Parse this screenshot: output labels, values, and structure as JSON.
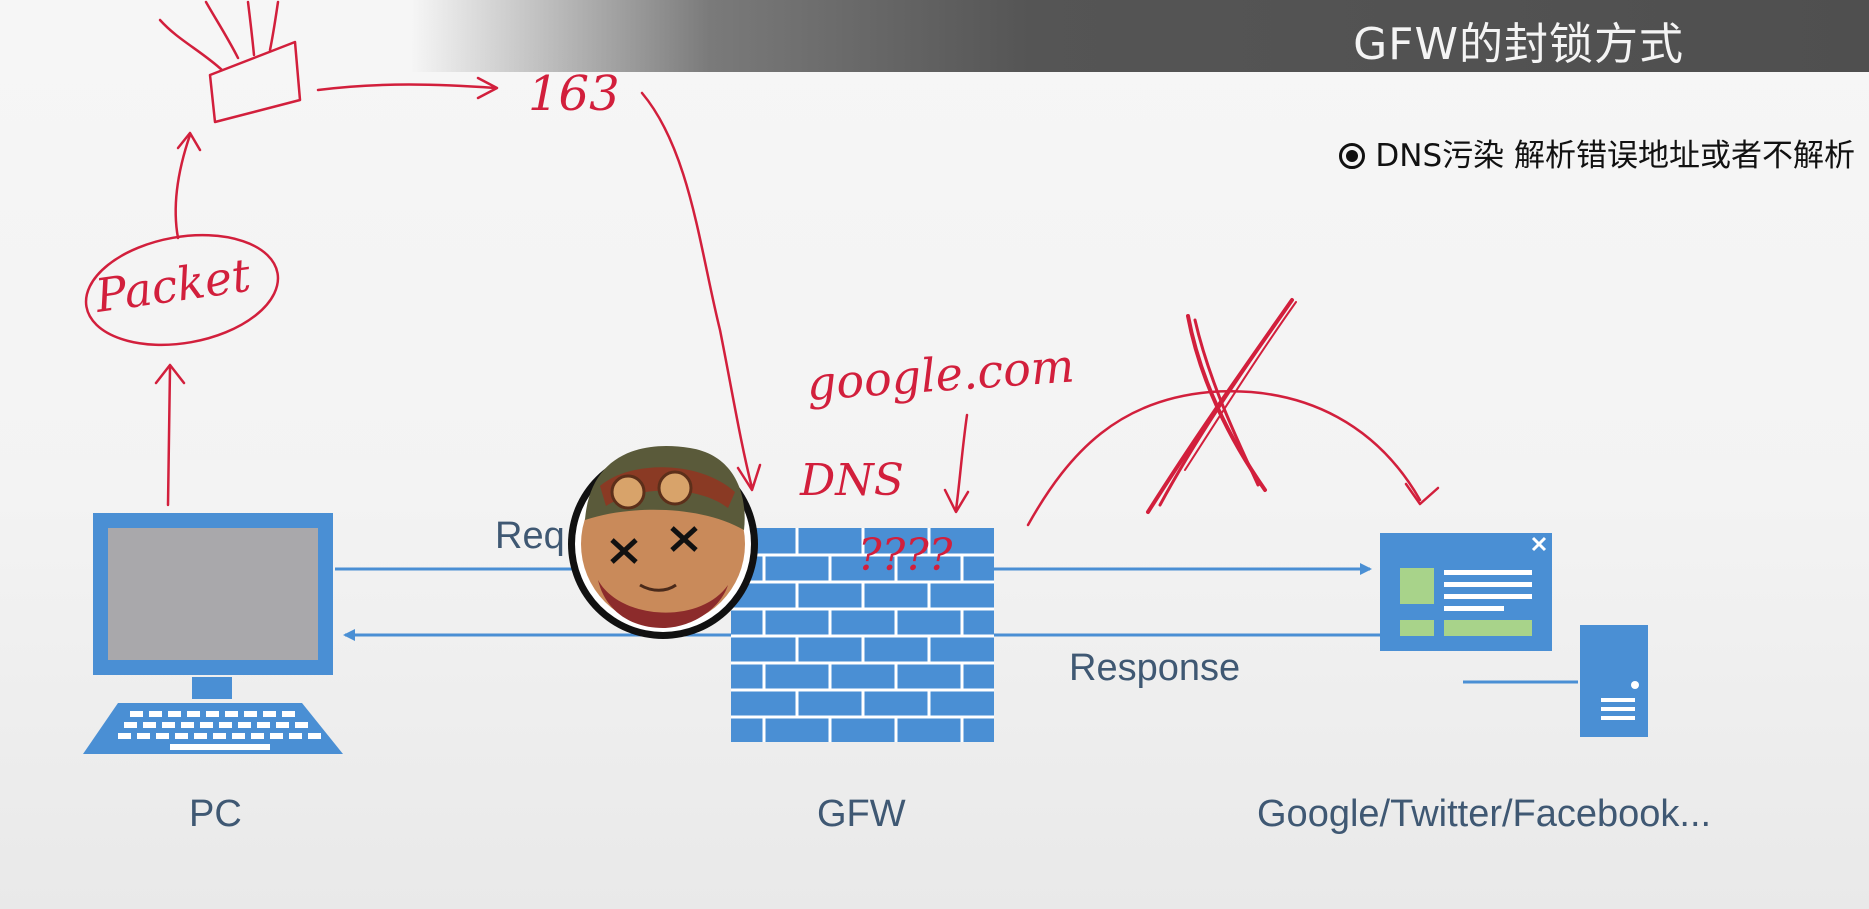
{
  "slide": {
    "title": "GFW的封锁方式",
    "bullet": "DNS污染 解析错误地址或者不解析"
  },
  "nodes": {
    "pc": "PC",
    "gfw": "GFW",
    "target": "Google/Twitter/Facebook..."
  },
  "flows": {
    "request": "Req",
    "response": "Response"
  },
  "annotations": {
    "packet": "Packet",
    "ip163": "163",
    "domain": "google.com",
    "dns": "DNS",
    "unknown": "????"
  },
  "colors": {
    "diagram_blue": "#4a8fd4",
    "annotation_red": "#d21f3c",
    "label_text": "#3f5873"
  }
}
